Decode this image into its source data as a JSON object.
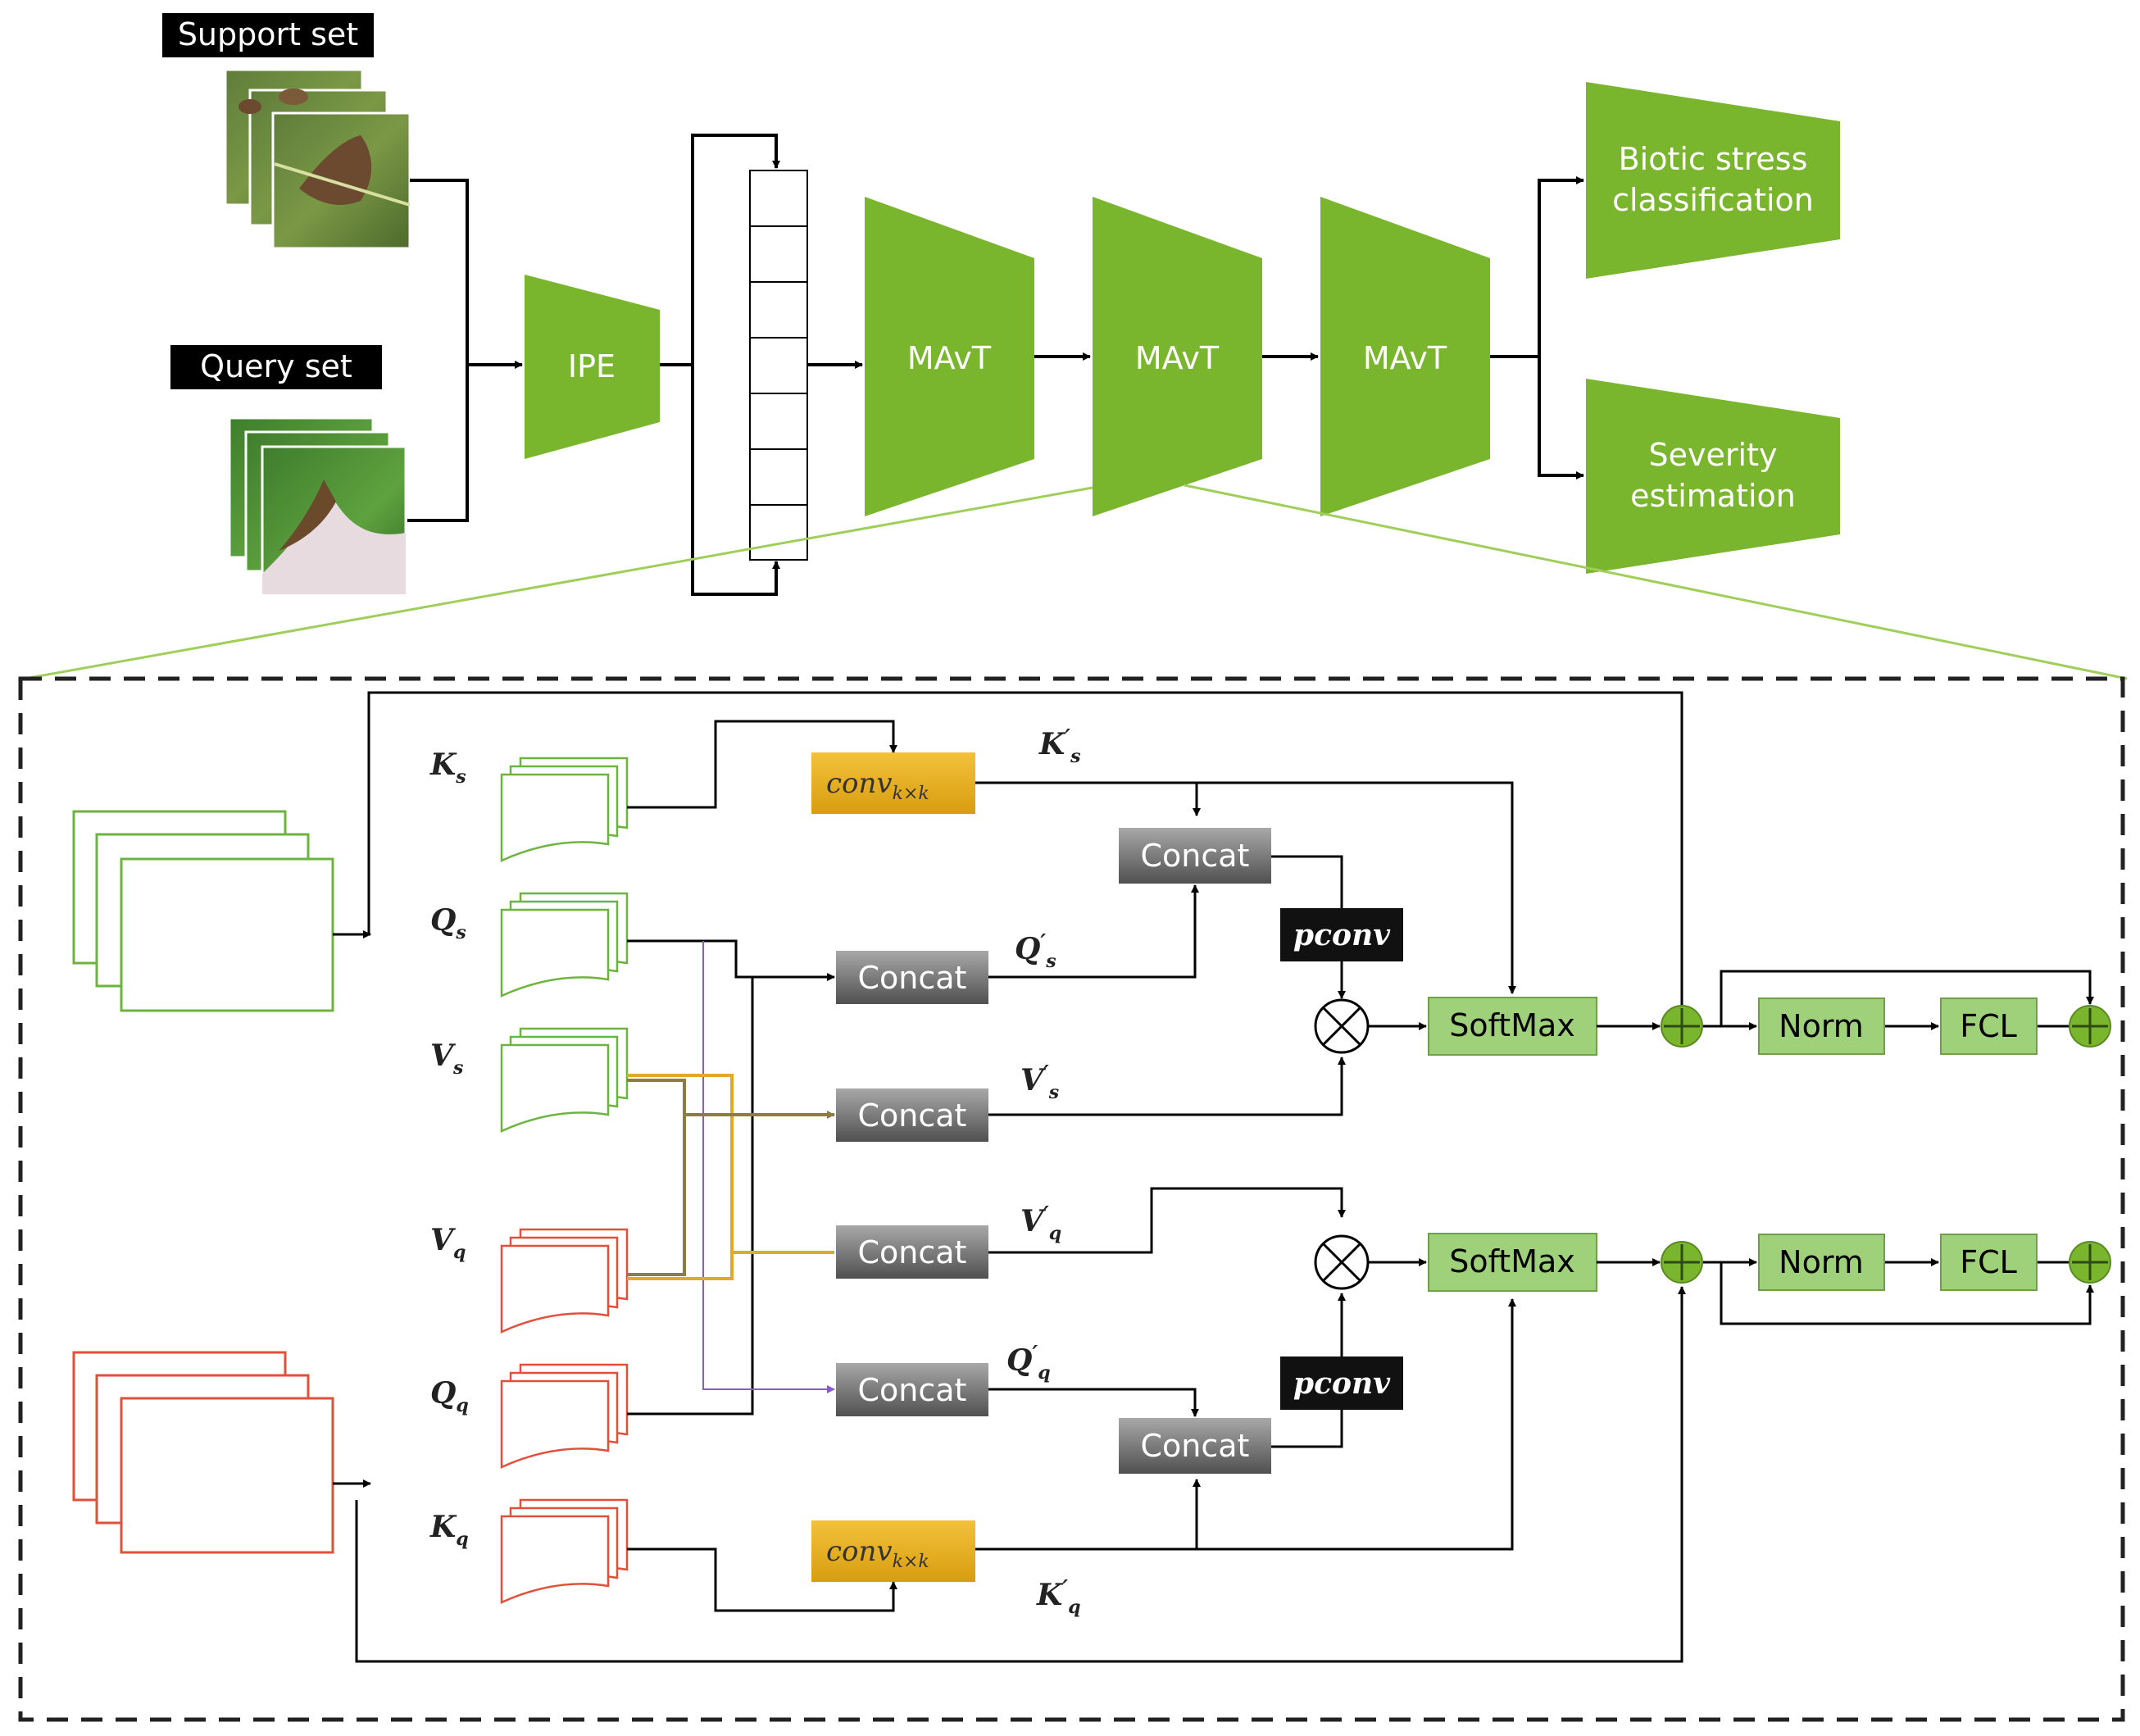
{
  "top": {
    "support_label": "Support set",
    "query_label": "Query set",
    "ipe_label": "IPE",
    "mavt_labels": [
      "MAvT",
      "MAvT",
      "MAvT"
    ],
    "output_1": [
      "Biotic stress",
      "classification"
    ],
    "output_2": [
      "Severity",
      "estimation"
    ]
  },
  "detail": {
    "support_inputs": [
      {
        "letter": "K",
        "sub": "s"
      },
      {
        "letter": "Q",
        "sub": "s"
      },
      {
        "letter": "V",
        "sub": "s"
      }
    ],
    "query_inputs": [
      {
        "letter": "V",
        "sub": "q"
      },
      {
        "letter": "Q",
        "sub": "q"
      },
      {
        "letter": "K",
        "sub": "q"
      }
    ],
    "conv_label": "conv",
    "conv_sub": "k×k",
    "concat_label": "Concat",
    "pconv_label": "pconv",
    "softmax_label": "SoftMax",
    "norm_label": "Norm",
    "fcl_label": "FCL",
    "primed": {
      "ks": {
        "letter": "K",
        "sub": "s",
        "prime": "′"
      },
      "qs": {
        "letter": "Q",
        "sub": "s",
        "prime": "′"
      },
      "vs": {
        "letter": "V",
        "sub": "s",
        "prime": "′"
      },
      "vq": {
        "letter": "V",
        "sub": "q",
        "prime": "′"
      },
      "qq": {
        "letter": "Q",
        "sub": "q",
        "prime": "′"
      },
      "kq": {
        "letter": "K",
        "sub": "q",
        "prime": "′"
      }
    }
  },
  "colors": {
    "green": "#7ab52e",
    "light_green": "#9fd07a",
    "support_outline": "#6cb33f",
    "query_outline": "#e0503a",
    "conv_fill": "#e8b418",
    "concat_fill": "#6b6b6b",
    "pconv_fill": "#111111",
    "purple": "#8a5ad0",
    "amber": "#e2a82a",
    "olive": "#8c7d45"
  }
}
